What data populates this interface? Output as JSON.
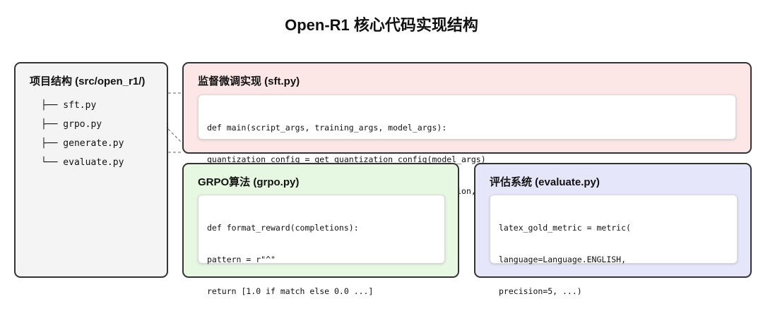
{
  "title": "Open-R1 核心代码实现结构",
  "structure": {
    "title": "项目结构 (src/open_r1/)",
    "items": [
      "├── sft.py",
      "├── grpo.py",
      "├── generate.py",
      "└── evaluate.py"
    ]
  },
  "sft": {
    "title": "监督微调实现 (sft.py)",
    "code": [
      "def main(script_args, training_args, model_args):",
      "quantization_config = get_quantization_config(model_args)",
      "model_kwargs = dict(revision=model_args.model_revision, ...)"
    ]
  },
  "grpo": {
    "title": "GRPO算法 (grpo.py)",
    "code": [
      "def format_reward(completions):",
      "pattern = r\"^\"",
      "return [1.0 if match else 0.0 ...]"
    ]
  },
  "evaluate": {
    "title": "评估系统 (evaluate.py)",
    "code": [
      "latex_gold_metric = metric(",
      "language=Language.ENGLISH,",
      "precision=5, ...)"
    ]
  },
  "colors": {
    "structure_bg": "#f4f4f4",
    "sft_bg": "#fde6e6",
    "grpo_bg": "#e6f8e2",
    "evaluate_bg": "#e6e6fa",
    "border": "#333333"
  }
}
